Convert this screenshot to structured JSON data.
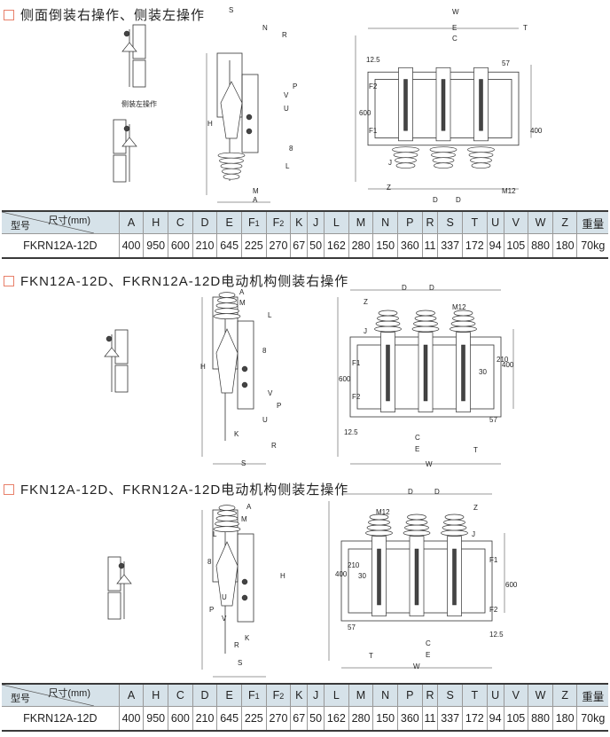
{
  "sections": [
    {
      "title": "侧面倒装右操作、侧装左操作",
      "caption": "侧装左操作",
      "labels": [
        "S",
        "N",
        "R",
        "H",
        "P",
        "V",
        "U",
        "8",
        "L",
        "M",
        "A",
        "W",
        "E",
        "T",
        "C",
        "12.5",
        "F2",
        "600",
        "F1",
        "57",
        "400",
        "J",
        "Z",
        "D",
        "D",
        "M12"
      ]
    },
    {
      "title": "FKN12A-12D、FKRN12A-12D电动机构侧装右操作",
      "labels": [
        "A",
        "M",
        "L",
        "H",
        "8",
        "V",
        "P",
        "U",
        "K",
        "R",
        "S",
        "D",
        "D",
        "Z",
        "M12",
        "J",
        "F1",
        "600",
        "F2",
        "12.5",
        "210",
        "400",
        "30",
        "57",
        "C",
        "E",
        "W",
        "T"
      ]
    },
    {
      "title": "FKN12A-12D、FKRN12A-12D电动机构侧装左操作",
      "labels": [
        "A",
        "M",
        "L",
        "8",
        "H",
        "P",
        "U",
        "V",
        "K",
        "R",
        "S",
        "D",
        "D",
        "M12",
        "Z",
        "J",
        "400",
        "210",
        "30",
        "F1",
        "600",
        "F2",
        "57",
        "12.5",
        "C",
        "E",
        "T",
        "W"
      ]
    }
  ],
  "table": {
    "corner_top": "尺寸(mm)",
    "corner_bottom": "型号",
    "headers": [
      "A",
      "H",
      "C",
      "D",
      "E",
      "F1",
      "F2",
      "K",
      "J",
      "L",
      "M",
      "N",
      "P",
      "R",
      "S",
      "T",
      "U",
      "V",
      "W",
      "Z",
      "重量"
    ],
    "rows": [
      [
        "FKRN12A-12D",
        "400",
        "950",
        "600",
        "210",
        "645",
        "225",
        "270",
        "67",
        "50",
        "162",
        "280",
        "150",
        "360",
        "11",
        "337",
        "172",
        "94",
        "105",
        "880",
        "180",
        "70kg"
      ]
    ]
  }
}
